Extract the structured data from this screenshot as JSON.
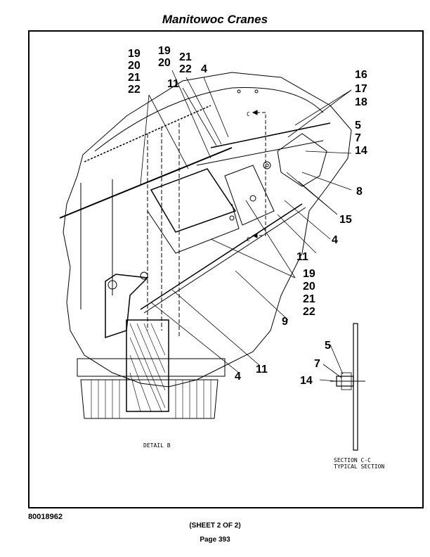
{
  "header": {
    "title": "Manitowoc Cranes"
  },
  "footer": {
    "doc_number": "80018962",
    "sheet": "(SHEET 2 OF 2)",
    "page": "Page 393"
  },
  "diagram": {
    "callouts": {
      "c19a": "19",
      "c20a": "20",
      "c21a": "21",
      "c22a": "22",
      "c19b": "19",
      "c20b": "20",
      "c21b": "21",
      "c22b": "22",
      "c4a": "4",
      "c11a": "11",
      "c16": "16",
      "c17": "17",
      "c18": "18",
      "c5a": "5",
      "c7a": "7",
      "c14a": "14",
      "c8": "8",
      "c15": "15",
      "c4b": "4",
      "c11b": "11",
      "c19c": "19",
      "c20c": "20",
      "c21c": "21",
      "c22c": "22",
      "c9": "9",
      "c4c": "4",
      "c11c": "11",
      "c5b": "5",
      "c7b": "7",
      "c14b": "14"
    },
    "section_marks": {
      "c_top": "C",
      "c_bottom": "C"
    },
    "detail_label": "DETAIL B",
    "section_label": "SECTION C-C",
    "section_sub": "TYPICAL SECTION"
  }
}
